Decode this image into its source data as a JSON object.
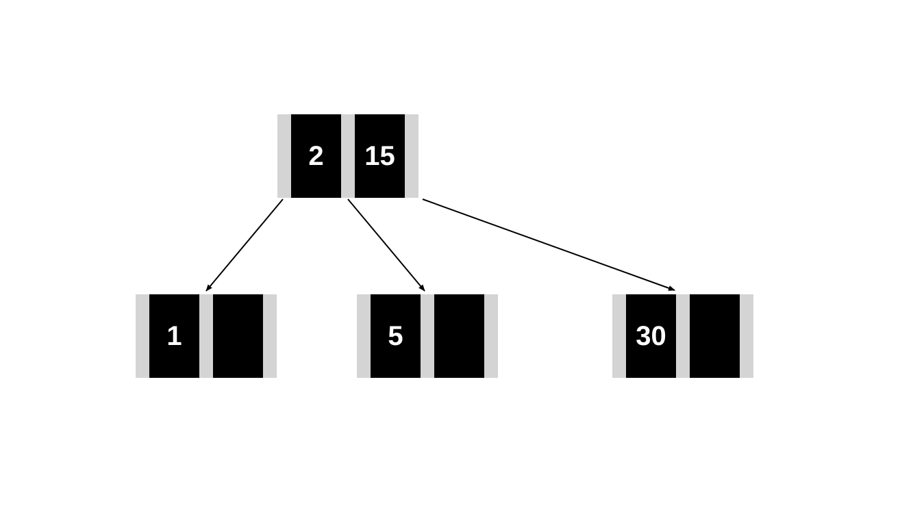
{
  "colors": {
    "background": "#ffffff",
    "key_cell": "#000000",
    "pointer_cell": "#d4d4d4",
    "key_text": "#ffffff",
    "edge": "#000000"
  },
  "tree": {
    "root": {
      "keys": [
        "2",
        "15"
      ]
    },
    "children": [
      {
        "keys": [
          "1",
          ""
        ]
      },
      {
        "keys": [
          "5",
          ""
        ]
      },
      {
        "keys": [
          "30",
          ""
        ]
      }
    ],
    "edges": [
      {
        "from": "root",
        "to": "child-0"
      },
      {
        "from": "root",
        "to": "child-1"
      },
      {
        "from": "root",
        "to": "child-2"
      }
    ]
  }
}
